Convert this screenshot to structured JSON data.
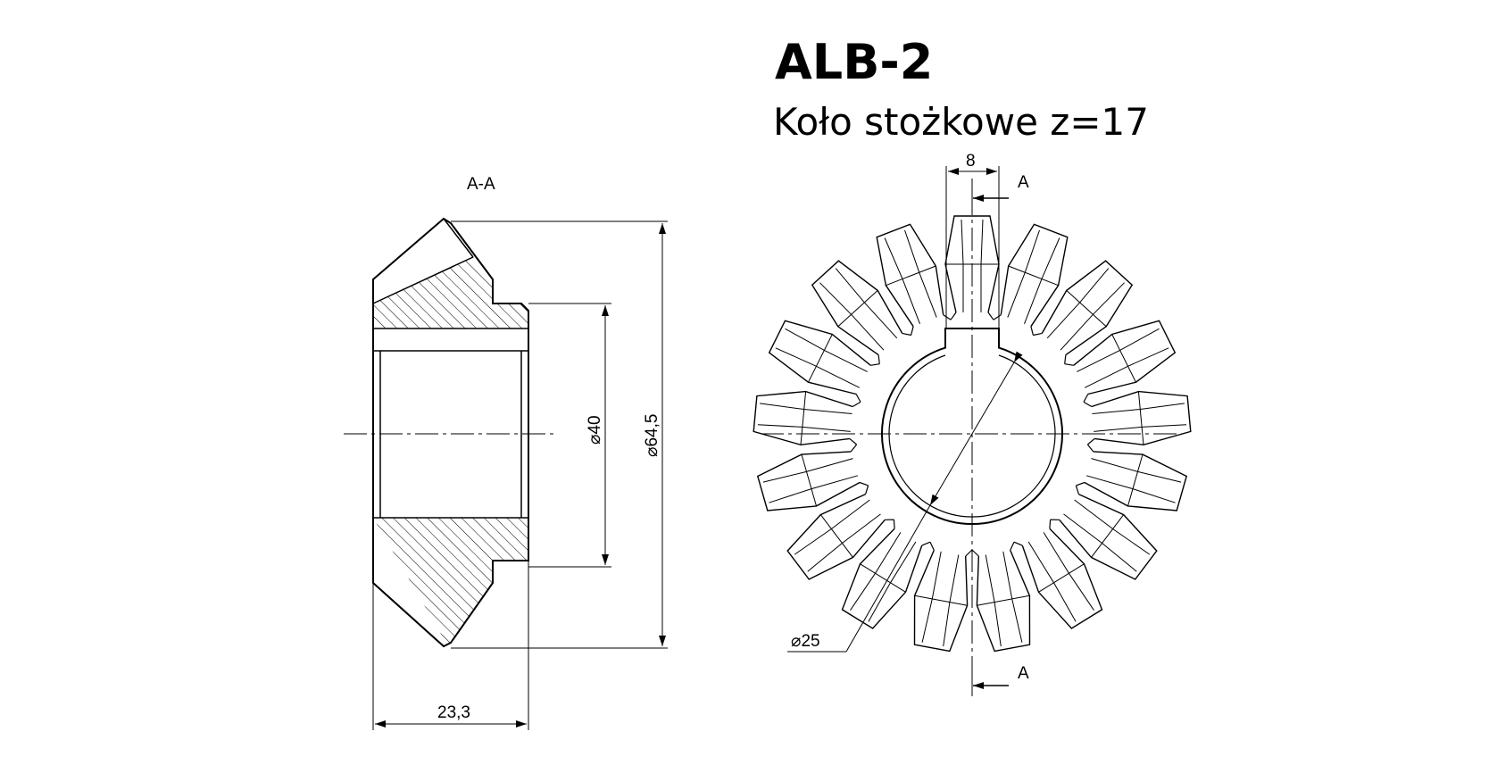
{
  "title": "ALB-2",
  "subtitle": "Koło stożkowe z=17",
  "section_view": {
    "label": "A-A",
    "dim_bore": "⌀40",
    "dim_outer": "⌀64,5",
    "dim_width": "23,3"
  },
  "front_view": {
    "teeth": 17,
    "dim_keyway": "8",
    "dim_shaft": "⌀25",
    "section_mark_top": "A",
    "section_mark_bottom": "A"
  }
}
